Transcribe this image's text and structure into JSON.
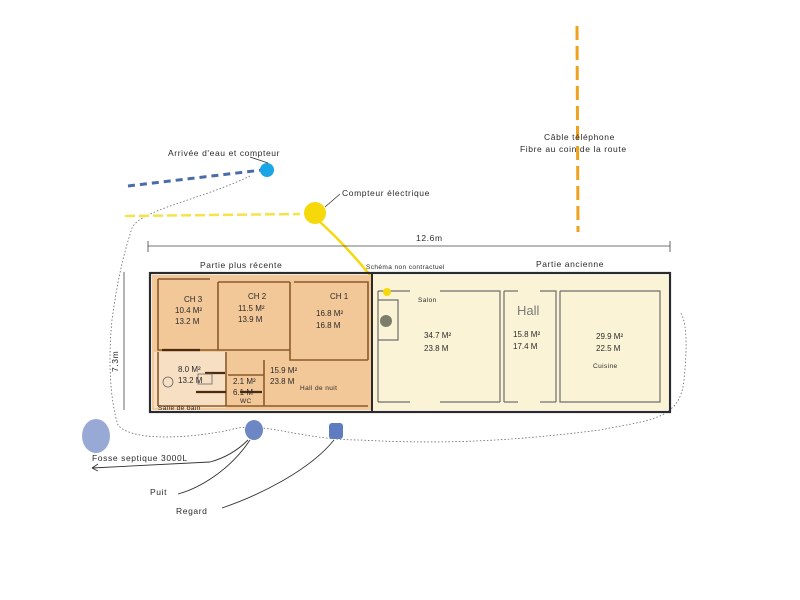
{
  "overall_length": "12.6m",
  "height_dim": "7.3m",
  "sections": {
    "newer": "Partie plus récente",
    "older": "Partie ancienne"
  },
  "annotations": {
    "water": "Arrivée d'eau et compteur",
    "electric": "Compteur électrique",
    "phone_line1": "Câble téléphone",
    "phone_line2": "Fibre au coin de la route",
    "schema": "Schéma non contractuel",
    "septic": "Fosse septique 3000L",
    "well": "Puit",
    "manhole": "Regard"
  },
  "rooms": {
    "ch3": {
      "name": "CH 3",
      "area": "10.4 M²",
      "perimeter": "13.2 M"
    },
    "ch2": {
      "name": "CH 2",
      "area": "11.5 M²",
      "perimeter": "13.9 M"
    },
    "ch1": {
      "name": "CH 1",
      "area": "16.8 M²",
      "perimeter": "16.8 M"
    },
    "sdb": {
      "name": "Salle de bain",
      "area": "8.0 M²",
      "perimeter": "13.2 M"
    },
    "wc": {
      "name": "WC",
      "area": "2.1 M²",
      "perimeter": "6.1 M"
    },
    "hallnuit": {
      "name": "Hall de nuit",
      "area": "15.9 M²",
      "perimeter": "23.8 M"
    },
    "salon": {
      "name": "Salon",
      "area": "34.7 M²",
      "perimeter": "23.8 M"
    },
    "hall": {
      "name": "Hall",
      "area": "15.8 M²",
      "perimeter": "17.4 M"
    },
    "cuisine": {
      "name": "Cuisine",
      "area": "29.9 M²",
      "perimeter": "22.5 M"
    }
  },
  "colors": {
    "newer_fill": "#f3c899",
    "older_fill": "#fbf3d6",
    "water": "#1aa6e6",
    "water_line": "#4a6ca8",
    "electric": "#f5d90a",
    "phone": "#f0a21e",
    "septic": "#7d94c9",
    "wall": "#2b2b2b",
    "newer_wall": "#8a5a2a"
  }
}
